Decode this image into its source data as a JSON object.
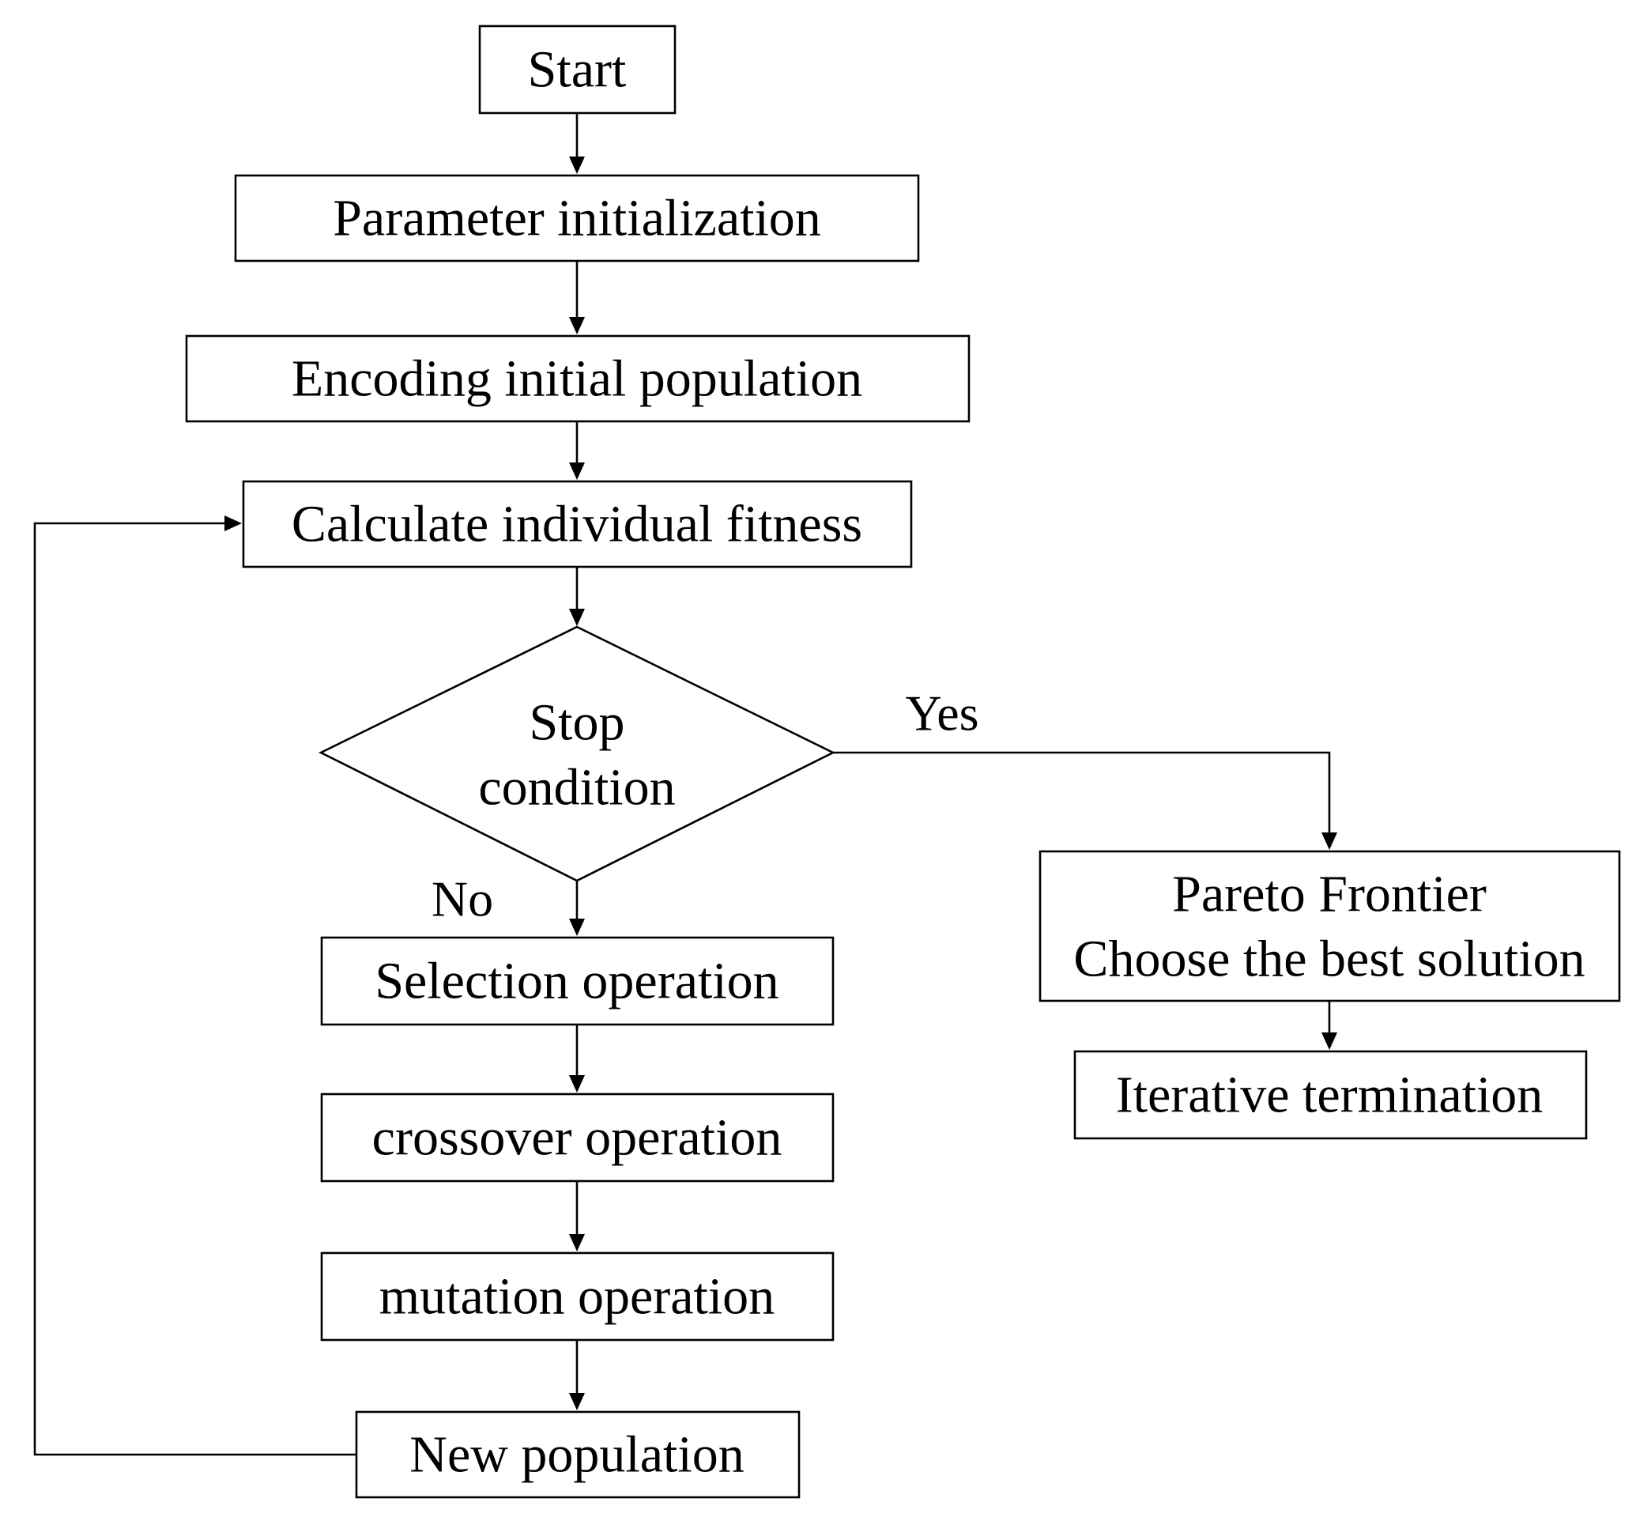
{
  "nodes": {
    "start": "Start",
    "param_init": "Parameter initialization",
    "encoding": "Encoding initial population",
    "fitness": "Calculate individual fitness",
    "stop": [
      "Stop",
      "condition"
    ],
    "selection": "Selection operation",
    "crossover": "crossover operation",
    "mutation": "mutation operation",
    "new_population": "New population",
    "pareto": [
      "Pareto Frontier",
      "Choose the best solution"
    ],
    "termination": "Iterative termination"
  },
  "edge_labels": {
    "yes": "Yes",
    "no": "No"
  }
}
